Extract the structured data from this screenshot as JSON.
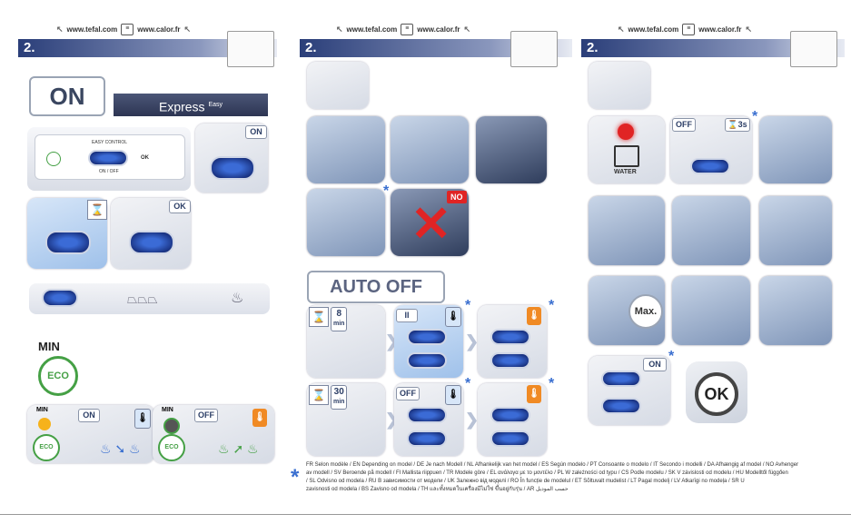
{
  "header": {
    "website_tefal": "www.tefal.com",
    "website_calor": "www.calor.fr",
    "section_number": "2."
  },
  "panel1": {
    "on_label": "ON",
    "express_label": "Express",
    "express_sup": "Easy",
    "control_label": "EASY CONTROL",
    "onoff_label": "ON / OFF",
    "ok_label": "OK",
    "small_on_label": "ON",
    "min_label": "MIN",
    "eco_label": "ECO",
    "min_small_1": "MIN",
    "min_small_2": "MIN",
    "eco_small_1": "ECO",
    "eco_small_2": "ECO",
    "on_tag": "ON",
    "off_tag": "OFF"
  },
  "panel2": {
    "no_label": "NO",
    "auto_off_label": "AUTO OFF",
    "time_8": "8",
    "time_30": "30",
    "min_unit_1": "min",
    "min_unit_2": "min",
    "pause_label": "II",
    "off_label": "OFF"
  },
  "panel3": {
    "off_label": "OFF",
    "time_3s": "3s",
    "water_label": "WATER",
    "max_label": "Max.",
    "on_label": "ON",
    "ok_label": "OK"
  },
  "footer": {
    "text_line1": "FR Selon modèle / EN Depending on model / DE Je nach Modell / NL Afhankelijk van het model / ES Según modelo / PT Consoante o modelo / IT Secondo i modelli / DA Afhængig af model / NO Avhenger",
    "text_line2": "av modell / SV Beroende på modell / FI Mallista riippuen / TR Modele göre / EL ανάλογα με το μοντέλο / PL W zależności od typu / CS Podle modelu / SK V závislosti od modelu / HU Modelltől függően",
    "text_line3": "/ SL Odvisno od modela / RU В зависимости от модели / UK Залежно від моделі / RO În funcție de modelul / ET Sõltuvalt mudelist / LT Pagal modelį / LV Atkarīgi no modeļa / SR U",
    "text_line4": "zavisnosti od modela / BS Zavisno od modela / TH และทั้งหมดในเครื่องมีไม่ใช่ ขึ้นอยู่กับรุ่น / AR حسب الموديل"
  },
  "icons": {
    "asterisk": "*",
    "hourglass": "⌛",
    "arrow": "❯",
    "x_mark": "✕",
    "thermometer": "🌡"
  },
  "colors": {
    "header_blue": "#2a3e79",
    "accent_blue": "#3a6fd0",
    "eco_green": "#45a045",
    "warning_orange": "#f08a24",
    "no_red": "#e02424"
  }
}
